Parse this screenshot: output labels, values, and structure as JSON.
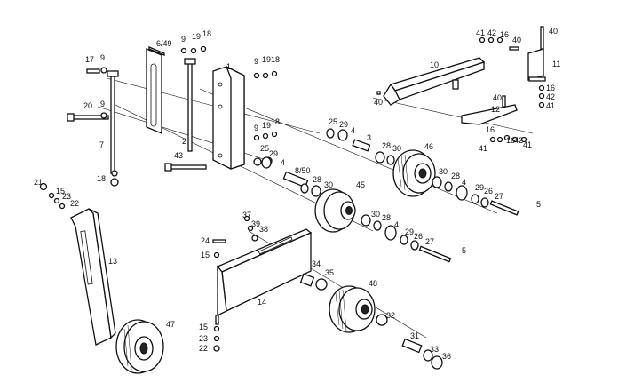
{
  "diagram": {
    "labels": {
      "p1": "1",
      "p2": "2",
      "p3": "3",
      "p4a": "4",
      "p4b": "4",
      "p4c": "4",
      "p4d": "4",
      "p5a": "5",
      "p5b": "5",
      "p6_49": "6/49",
      "p7": "7",
      "p8_50": "8/50",
      "p9a": "9",
      "p9b": "9",
      "p9c": "9",
      "p9d": "9",
      "p9e": "9",
      "p10": "10",
      "p11": "11",
      "p12": "12",
      "p13": "13",
      "p14": "14",
      "p15a": "15",
      "p15b": "15",
      "p15c": "15",
      "p16a": "16",
      "p16b": "16",
      "p16c": "16",
      "p16d": "16",
      "p17": "17",
      "p18a": "18",
      "p18b": "18",
      "p18c": "18",
      "p18d": "18",
      "p19a": "19",
      "p19b": "19",
      "p19c": "19",
      "p20": "20",
      "p21": "21",
      "p22a": "22",
      "p22b": "22",
      "p23a": "23",
      "p23b": "23",
      "p24": "24",
      "p25a": "25",
      "p25b": "25",
      "p26a": "26",
      "p26b": "26",
      "p27a": "27",
      "p27b": "27",
      "p28a": "28",
      "p28b": "28",
      "p28c": "28",
      "p28d": "28",
      "p29a": "29",
      "p29b": "29",
      "p29c": "29",
      "p29d": "29",
      "p30a": "30",
      "p30b": "30",
      "p30c": "30",
      "p30d": "30",
      "p31": "31",
      "p32": "32",
      "p33": "33",
      "p34": "34",
      "p35": "35",
      "p36": "36",
      "p37": "37",
      "p38": "38",
      "p39": "39",
      "p40a": "40",
      "p40b": "40",
      "p40c": "40",
      "p40d": "40",
      "p41a": "41",
      "p41b": "41",
      "p41c": "41",
      "p41d": "41",
      "p42a": "42",
      "p42b": "42",
      "p42c": "42",
      "p43": "43",
      "p45": "45",
      "p46": "46",
      "p47": "47",
      "p48": "48"
    }
  }
}
